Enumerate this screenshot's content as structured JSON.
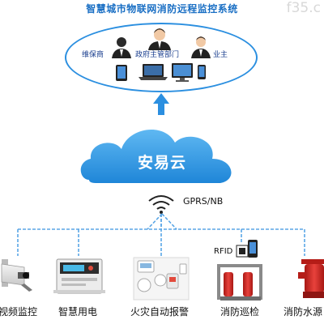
{
  "title": "智慧城市物联网消防远程监控系统",
  "watermark": "f35.c",
  "roles": {
    "maintainer": "维保商",
    "government": "政府主管部门",
    "owner": "业主"
  },
  "cloud": {
    "label": "安易云"
  },
  "network": {
    "label": "GPRS/NB"
  },
  "rfid": {
    "label": "RFID"
  },
  "devices": [
    {
      "label": "视频监控",
      "icon": "camera-icon"
    },
    {
      "label": "智慧用电",
      "icon": "power-meter-icon"
    },
    {
      "label": "火灾自动报警",
      "icon": "fire-alarm-icon"
    },
    {
      "label": "消防巡检",
      "icon": "pump-inspection-icon"
    },
    {
      "label": "消防水源",
      "icon": "water-pump-icon"
    }
  ],
  "colors": {
    "primary": "#1a6fc4",
    "cloud": "#2f9ae6",
    "connector": "#5aa6e6",
    "ellipse": "#2b8fe0",
    "red": "#d42a26"
  }
}
